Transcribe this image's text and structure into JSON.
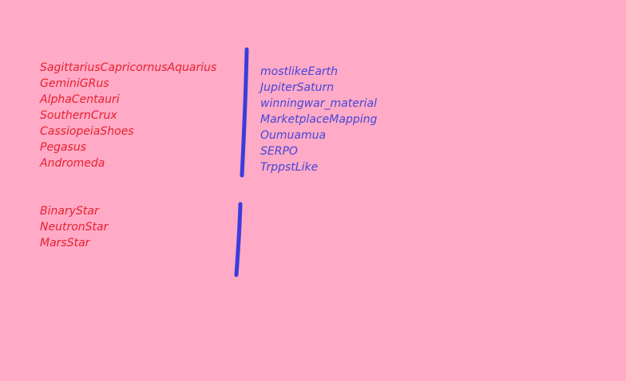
{
  "colors": {
    "background": "#ffaac6",
    "left_text": "#e8202e",
    "right_text": "#4646d8",
    "divider": "#3c3cdc"
  },
  "left_top_list": [
    "SagittariusCapricornusAquarius",
    "GeminiGRus",
    "AlphaCentauri",
    "SouthernCrux",
    "CassiopeiaShoes",
    "Pegasus",
    "Andromeda"
  ],
  "left_bottom_list": [
    "BinaryStar",
    "NeutronStar",
    "MarsStar"
  ],
  "right_list": [
    "mostlikeEarth",
    "JupiterSaturn",
    "winningwar_material",
    "MarketplaceMapping",
    "Oumuamua",
    "SERPO",
    "TrppstLike"
  ]
}
